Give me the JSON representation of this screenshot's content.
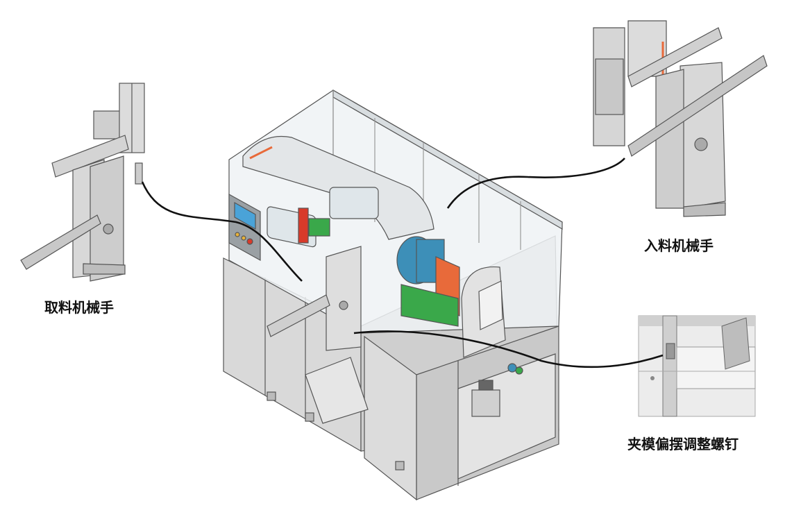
{
  "labels": {
    "take_robot": "取料机械手",
    "feed_robot": "入料机械手",
    "screw": "夹模偏摆调整螺钉"
  },
  "colors": {
    "frame": "#d6d6d6",
    "frame_dark": "#a9a9a9",
    "outline": "#555555",
    "glass": "#eef2f4",
    "motor_blue": "#3d8fb8",
    "green": "#3aa84a",
    "orange": "#e86a3a",
    "red": "#d83a2a",
    "screen": "#4aa3d8",
    "leader": "#111111"
  },
  "icons": [
    "cnc-machine-icon",
    "robot-arm-icon",
    "screw-detail-icon",
    "motor-icon",
    "control-panel-icon"
  ]
}
